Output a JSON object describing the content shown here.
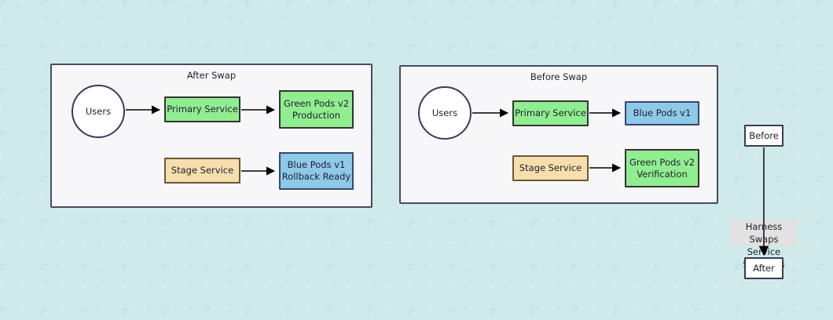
{
  "diagram": {
    "title_visible": false,
    "background": {
      "dot_color": "#d8eeee",
      "cross_color": "#bfe7e7",
      "page_color": "#ffffff"
    },
    "palette": {
      "green_fill": "#90ee90",
      "green_stroke": "#333333",
      "blue_fill": "#8ec9ea",
      "blue_stroke": "#38486b",
      "orange_fill": "#f6dfad",
      "orange_stroke": "#6b5836",
      "plain_fill": "#ffffff",
      "plain_stroke": "#3b3b55",
      "cluster_fill": "#f7f7fa",
      "cluster_stroke": "#4a4a63",
      "edge_color": "#000000",
      "edge_label_bg": "#e2e2e2"
    },
    "clusters": [
      {
        "id": "after-swap",
        "title": "After Swap",
        "nodes": [
          {
            "id": "users",
            "label": "Users",
            "shape": "circle",
            "style": "plain"
          },
          {
            "id": "primary-service",
            "label": "Primary Service",
            "shape": "rect",
            "style": "green"
          },
          {
            "id": "green-pods-v2",
            "label": "Green Pods v2\nProduction",
            "shape": "rect",
            "style": "green"
          },
          {
            "id": "stage-service",
            "label": "Stage Service",
            "shape": "rect",
            "style": "orange"
          },
          {
            "id": "blue-pods-v1",
            "label": "Blue Pods v1\nRollback Ready",
            "shape": "rect",
            "style": "blue"
          }
        ],
        "edges": [
          {
            "from": "users",
            "to": "primary-service",
            "label": ""
          },
          {
            "from": "primary-service",
            "to": "green-pods-v2",
            "label": ""
          },
          {
            "from": "stage-service",
            "to": "blue-pods-v1",
            "label": ""
          }
        ]
      },
      {
        "id": "before-swap",
        "title": "Before Swap",
        "nodes": [
          {
            "id": "users2",
            "label": "Users",
            "shape": "circle",
            "style": "plain"
          },
          {
            "id": "primary-service2",
            "label": "Primary Service",
            "shape": "rect",
            "style": "green"
          },
          {
            "id": "blue-pods-v1b",
            "label": "Blue Pods v1",
            "shape": "rect",
            "style": "blue"
          },
          {
            "id": "stage-service2",
            "label": "Stage Service",
            "shape": "rect",
            "style": "orange"
          },
          {
            "id": "green-pods-v2b",
            "label": "Green Pods v2\nVerification",
            "shape": "rect",
            "style": "green"
          }
        ],
        "edges": [
          {
            "from": "users2",
            "to": "primary-service2",
            "label": ""
          },
          {
            "from": "primary-service2",
            "to": "blue-pods-v1b",
            "label": ""
          },
          {
            "from": "stage-service2",
            "to": "green-pods-v2b",
            "label": ""
          }
        ]
      }
    ],
    "transition": {
      "before_label": "Before",
      "after_label": "After",
      "edge_label": "Harness Swaps\nService Selectors"
    }
  }
}
